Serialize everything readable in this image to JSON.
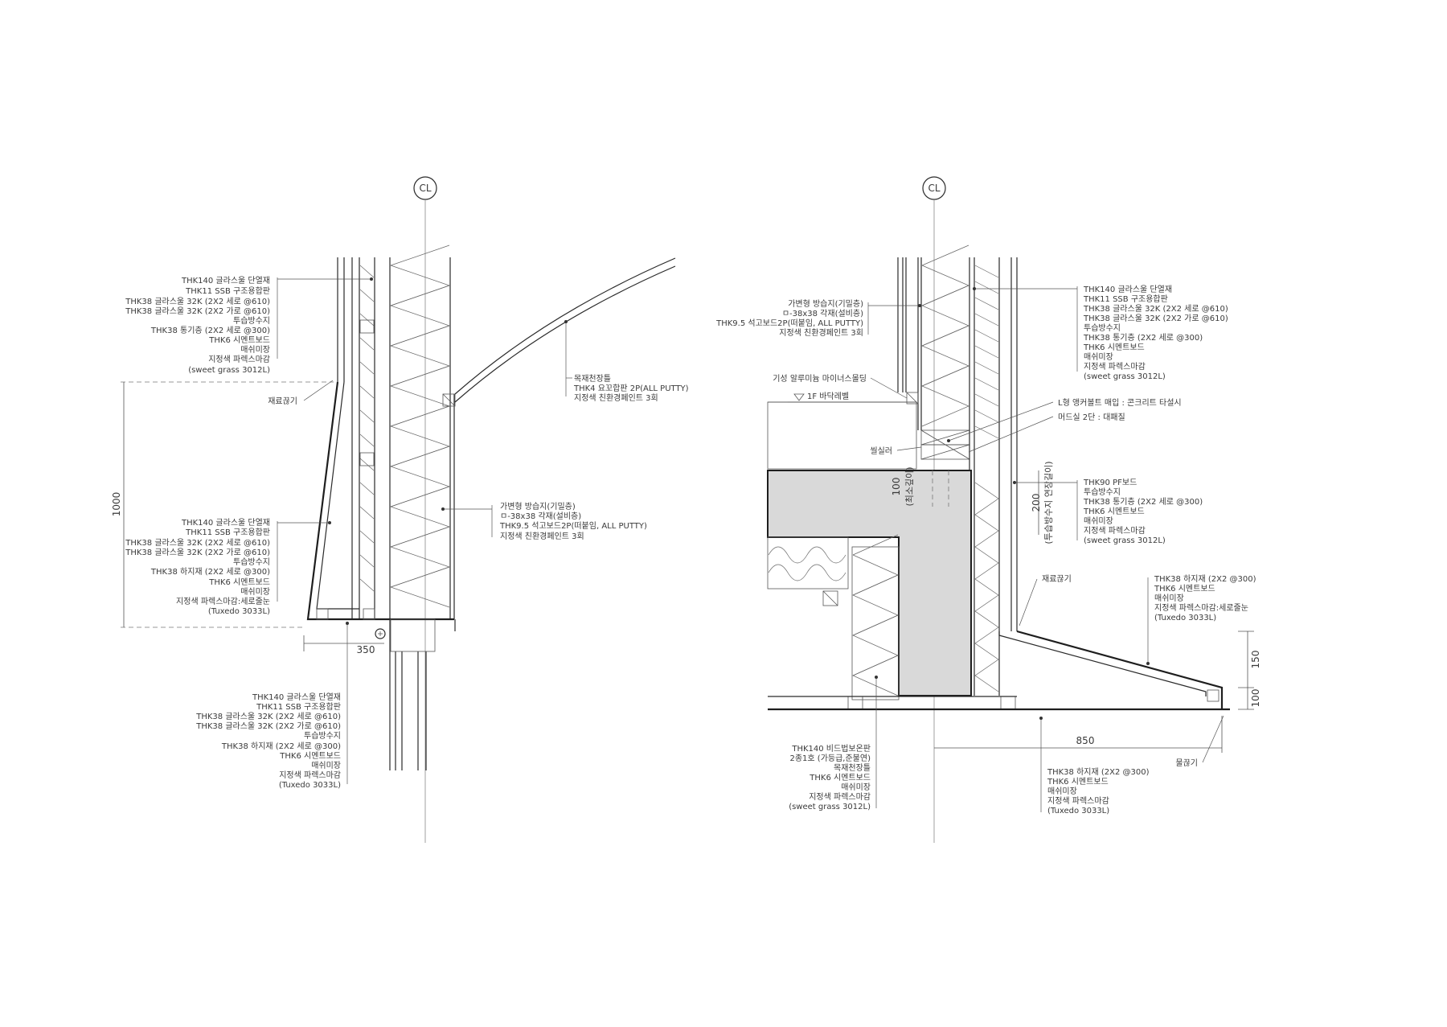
{
  "centerline_label": "CL",
  "left_detail": {
    "upper_callout": [
      "THK140 글라스울 단열재",
      "THK11 SSB 구조용합판",
      "THK38 글라스울 32K (2X2 세로 @610)",
      "THK38 글라스울 32K (2X2 가로 @610)",
      "투습방수지",
      "THK38 통기층 (2X2 세로 @300)",
      "THK6 시멘트보드",
      "매쉬미장",
      "지정색 파렉스마감",
      "(sweet grass 3012L)"
    ],
    "ceiling_callout": [
      "목재천장틀",
      "THK4 요꼬합판 2P(ALL PUTTY)",
      "지정색 친환경페인트 3회"
    ],
    "joint_label": "재료끊기",
    "slope_callout": [
      "THK140 글라스울 단열재",
      "THK11 SSB 구조용합판",
      "THK38 글라스울 32K (2X2 세로 @610)",
      "THK38 글라스울 32K (2X2 가로 @610)",
      "투습방수지",
      "THK38 하지재 (2X2 세로 @300)",
      "THK6 시멘트보드",
      "매쉬미장",
      "지정색 파렉스마감:세로줄눈",
      "(Tuxedo 3033L)"
    ],
    "interior_callout": [
      "가변형 방습지(기밀층)",
      "ㅁ-38x38 각재(설비층)",
      "THK9.5 석고보드2P(떠붙임, ALL PUTTY)",
      "지정색 친환경페인트 3회"
    ],
    "lower_callout": [
      "THK140 글라스울 단열재",
      "THK11 SSB 구조용합판",
      "THK38 글라스울 32K (2X2 세로 @610)",
      "THK38 글라스울 32K (2X2 가로 @610)",
      "투습방수지",
      "THK38 하지재 (2X2 세로 @300)",
      "THK6 시멘트보드",
      "매쉬미장",
      "지정색 파렉스마감",
      "(Tuxedo 3033L)"
    ],
    "dim_height": "1000",
    "dim_width": "350"
  },
  "right_detail": {
    "interior_callout": [
      "가변형 방습지(기밀층)",
      "ㅁ-38x38 각재(설비층)",
      "THK9.5 석고보드2P(떠붙임, ALL PUTTY)",
      "지정색 친환경페인트 3회"
    ],
    "molding_label": "기성 알루미늄 마이너스몰딩",
    "floor_level": "1F 바닥레벨",
    "anchor_label": "L형 앵커볼트 매입 : 콘크리트 타설시",
    "sill_label": "머드실 2단 : 대패질",
    "sealer_label": "씰실러",
    "upper_callout": [
      "THK140 글라스울 단열재",
      "THK11 SSB 구조용합판",
      "THK38 글라스울 32K (2X2 세로 @610)",
      "THK38 글라스울 32K (2X2 가로 @610)",
      "투습방수지",
      "THK38 통기층 (2X2 세로 @300)",
      "THK6 시멘트보드",
      "매쉬미장",
      "지정색 파렉스마감",
      "(sweet grass 3012L)"
    ],
    "base_callout": [
      "THK90 PF보드",
      "투습방수지",
      "THK38 통기층 (2X2 세로 @300)",
      "THK6 시멘트보드",
      "매쉬미장",
      "지정색 파렉스마감",
      "(sweet grass 3012L)"
    ],
    "joint_label": "재료끊기",
    "slope_callout": [
      "THK38 하지재 (2X2 @300)",
      "THK6 시멘트보드",
      "매쉬미장",
      "지정색 파렉스마감:세로줄눈",
      "(Tuxedo 3033L)"
    ],
    "soffit_callout": [
      "THK140 비드법보온판",
      "2종1호 (가등급,준불연)",
      "목재천장틀",
      "THK6 시멘트보드",
      "매쉬미장",
      "지정색 파렉스마감",
      "(sweet grass 3012L)"
    ],
    "bottom_callout": [
      "THK38 하지재 (2X2 @300)",
      "THK6 시멘트보드",
      "매쉬미장",
      "지정색 파렉스마감",
      "(Tuxedo 3033L)"
    ],
    "drip_label": "물끊기",
    "dim_depth": "100",
    "dim_depth_note": "(최소깊이)",
    "dim_200": "200",
    "dim_200_note": "(투습방수지 연장길이)",
    "dim_150": "150",
    "dim_100": "100",
    "dim_850": "850"
  }
}
